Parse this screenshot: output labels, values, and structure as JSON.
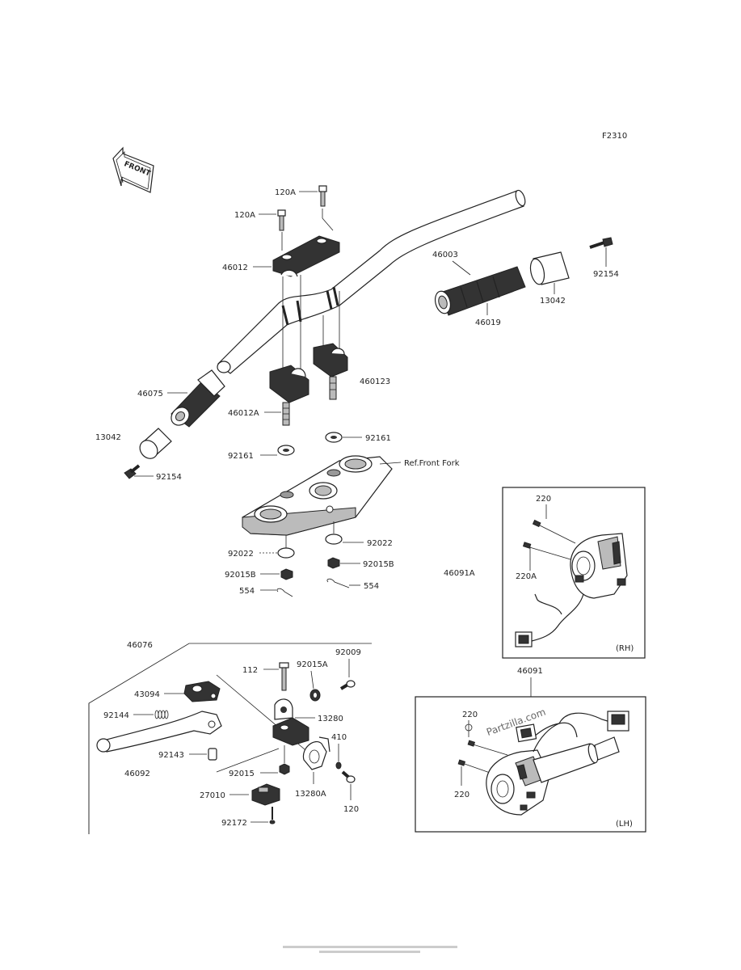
{
  "diagram_code": "F2310",
  "front_arrow_text": "FRONT",
  "labels": {
    "p120A_top": "120A",
    "p120A_left": "120A",
    "p46012": "46012",
    "p46003": "46003",
    "p92154_right": "92154",
    "p13042_right": "13042",
    "p46019": "46019",
    "p46075": "46075",
    "p460123": "460123",
    "p46012A": "46012A",
    "p13042_left": "13042",
    "p92161_left": "92161",
    "p92161_right": "92161",
    "p92154_left": "92154",
    "ref_front_fork": "Ref.Front Fork",
    "p92022_right": "92022",
    "p92022_left": "92022",
    "p92015B_right": "92015B",
    "p92015B_left": "92015B",
    "p554_right": "554",
    "p554_left": "554",
    "p220_rh": "220",
    "p46091A": "46091A",
    "p220A_rh": "220A",
    "rh_box": "(RH)",
    "p46076": "46076",
    "p112": "112",
    "p92015A": "92015A",
    "p92009": "92009",
    "p43094": "43094",
    "p92144": "92144",
    "p13280": "13280",
    "p410": "410",
    "p92143": "92143",
    "p46092": "46092",
    "p92015": "92015",
    "p13280A": "13280A",
    "p27010": "27010",
    "p120": "120",
    "p92172": "92172",
    "p46091": "46091",
    "p220_lh_top": "220",
    "p220_lh_bottom": "220",
    "watermark": "Partzilla.com",
    "lh_box": "(LH)"
  }
}
